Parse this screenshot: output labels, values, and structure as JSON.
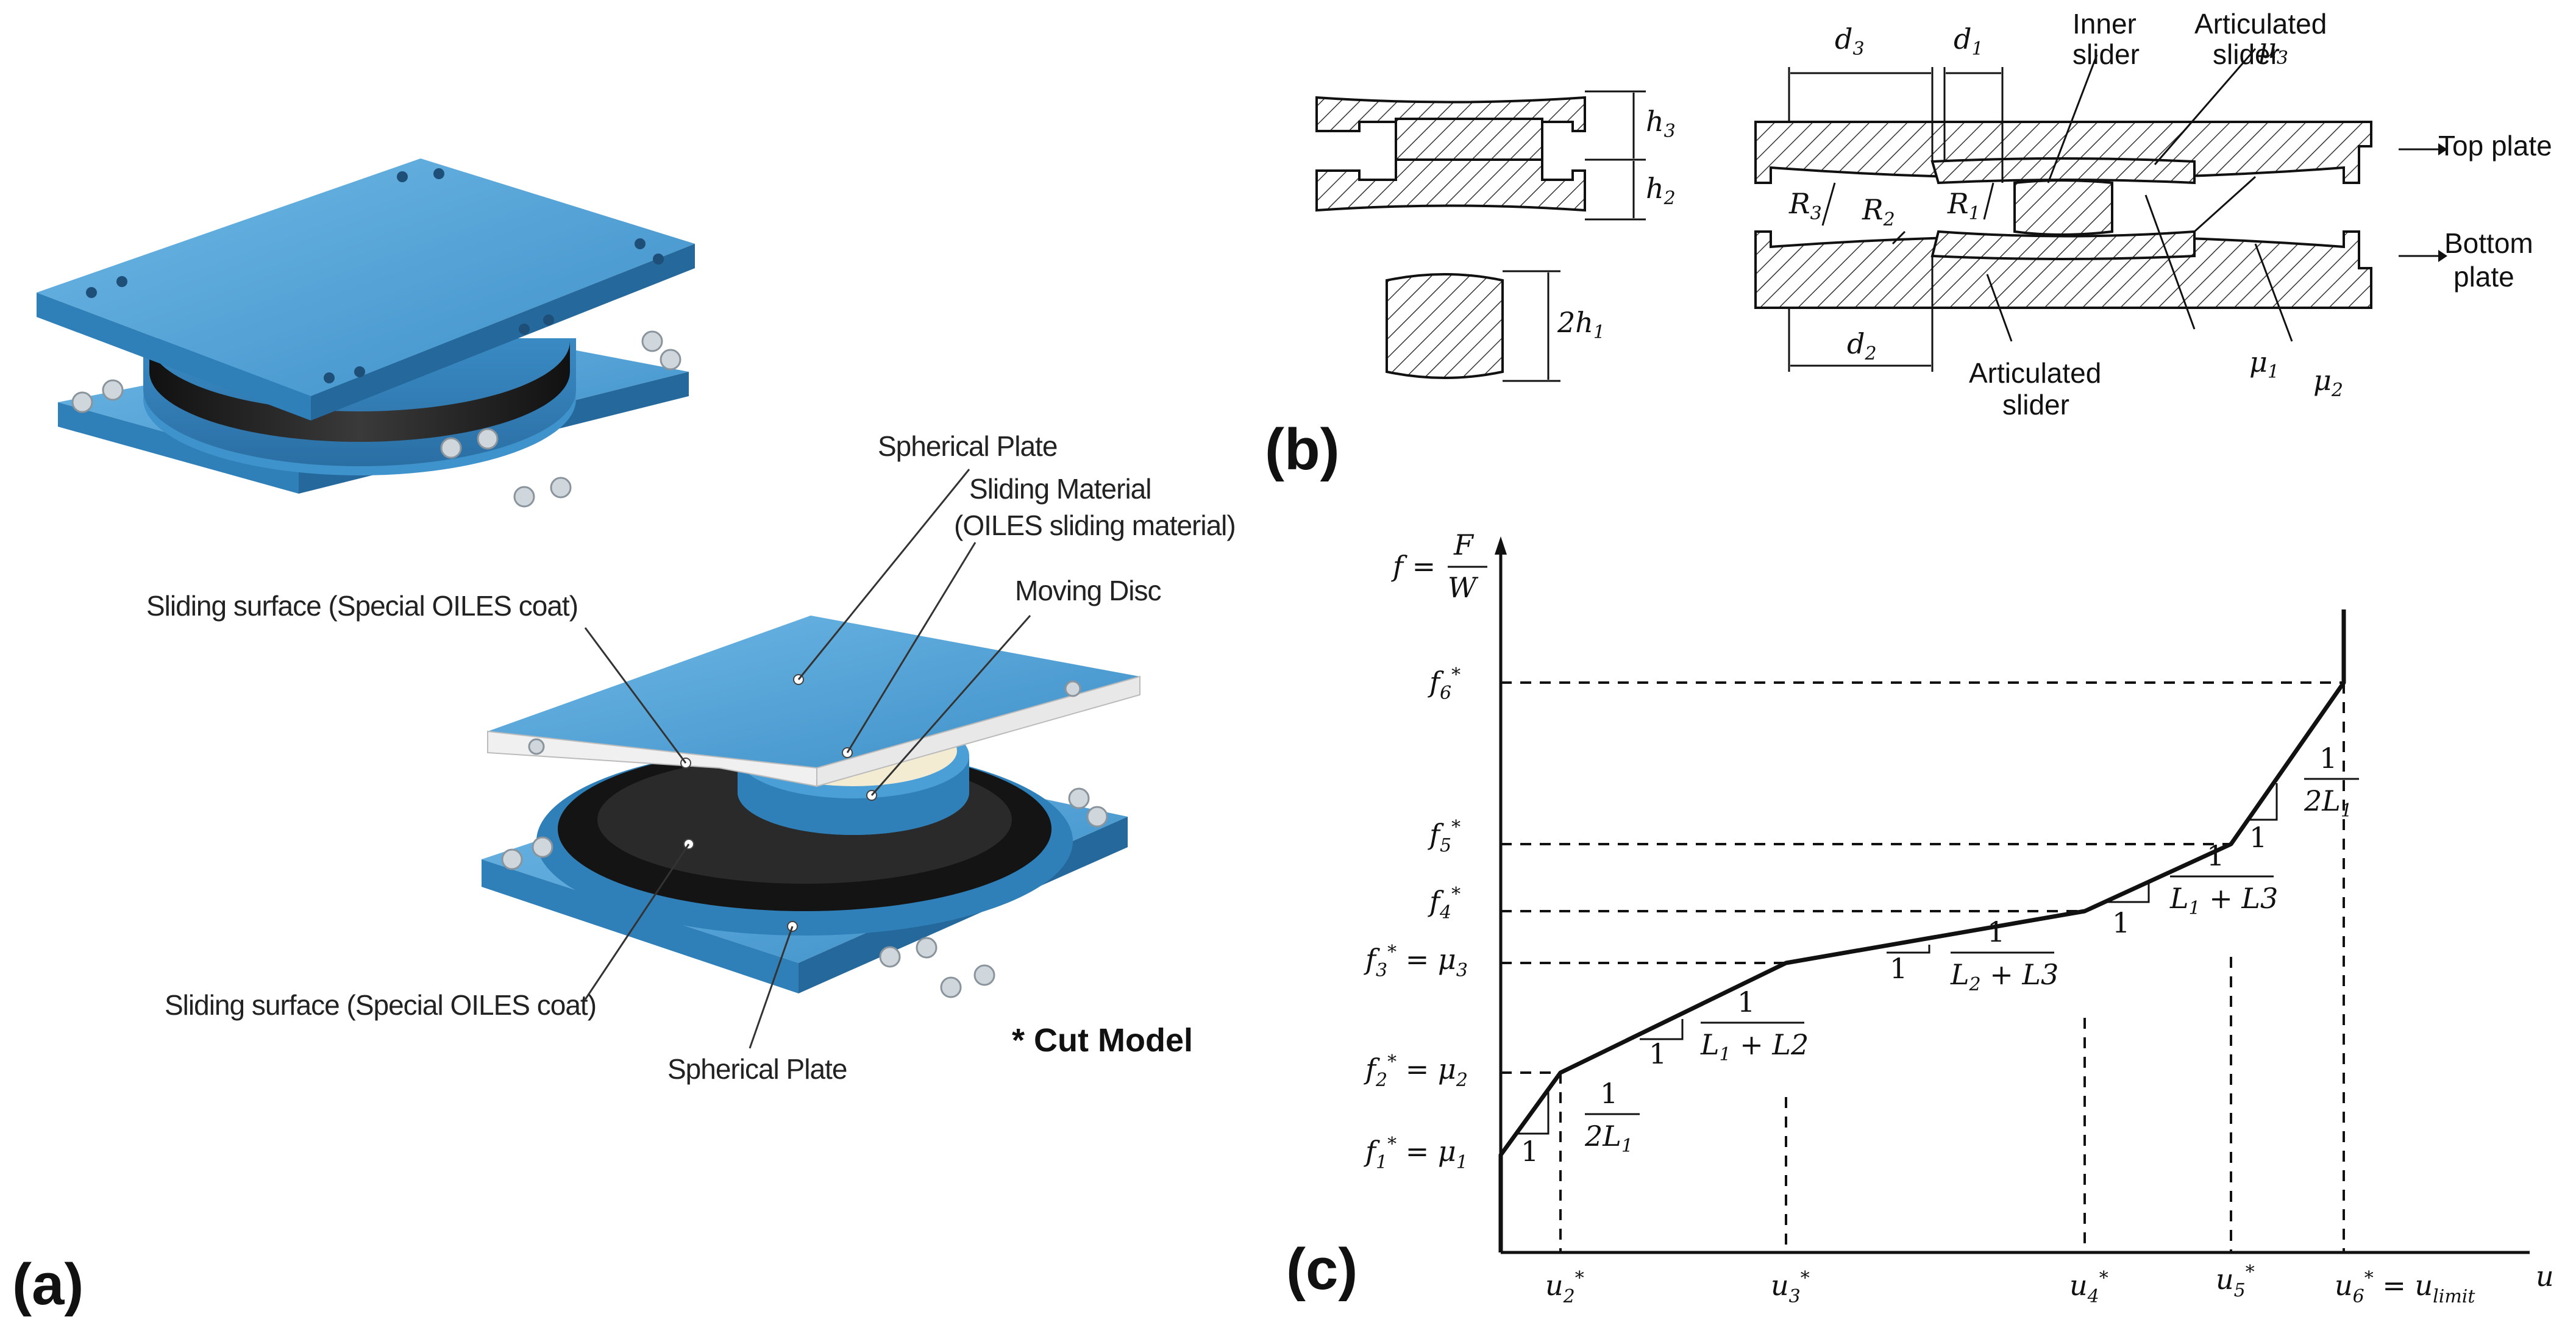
{
  "panels": {
    "a": "(a)",
    "b": "(b)",
    "c": "(c)"
  },
  "panel_a": {
    "spherical_plate_top": "Spherical Plate",
    "sliding_material_1": "Sliding Material",
    "sliding_material_2": "(OILES sliding material)",
    "moving_disc": "Moving Disc",
    "sliding_surface_top": "Sliding surface (Special OILES coat)",
    "sliding_surface_bottom": "Sliding surface (Special OILES coat)",
    "spherical_plate_bottom": "Spherical Plate",
    "cut_model": "* Cut Model",
    "colors": {
      "steel_blue": "#4a9fd6",
      "steel_dark": "#2f7fb8",
      "black_band": "#1d1d1d",
      "cream": "#f3ecd2"
    }
  },
  "panel_b": {
    "d3": "d",
    "d3_sub": "3",
    "d1": "d",
    "d1_sub": "1",
    "d2": "d",
    "d2_sub": "2",
    "h3": "h",
    "h3_sub": "3",
    "h2": "h",
    "h2_sub": "2",
    "h1": "2h",
    "h1_sub": "1",
    "R3": "R",
    "R3_sub": "3",
    "R2": "R",
    "R2_sub": "2",
    "R1": "R",
    "R1_sub": "1",
    "mu3": "μ",
    "mu3_sub": "3",
    "mu1": "μ",
    "mu1_sub": "1",
    "mu2": "μ",
    "mu2_sub": "2",
    "inner_slider_1": "Inner",
    "inner_slider_2": "slider",
    "art_slider_top_1": "Articulated",
    "art_slider_top_2": "slider",
    "art_slider_bot_1": "Articulated",
    "art_slider_bot_2": "slider",
    "top_plate": "Top plate",
    "bottom_plate_1": "Bottom",
    "bottom_plate_2": "plate"
  },
  "panel_c": {
    "y_axis_f": "f =",
    "y_axis_F": "F",
    "y_axis_W": "W",
    "x_axis": "u",
    "y_ticks": [
      {
        "lhs": "f",
        "sub": "6",
        "star": "*",
        "rhs": "",
        "rhs_sub": ""
      },
      {
        "lhs": "f",
        "sub": "5",
        "star": "*",
        "rhs": "",
        "rhs_sub": ""
      },
      {
        "lhs": "f",
        "sub": "4",
        "star": "*",
        "rhs": "",
        "rhs_sub": ""
      },
      {
        "lhs": "f",
        "sub": "3",
        "star": "*",
        "rhs": "= μ",
        "rhs_sub": "3"
      },
      {
        "lhs": "f",
        "sub": "2",
        "star": "*",
        "rhs": "= μ",
        "rhs_sub": "2"
      },
      {
        "lhs": "f",
        "sub": "1",
        "star": "*",
        "rhs": "= μ",
        "rhs_sub": "1"
      }
    ],
    "x_ticks": [
      {
        "lhs": "u",
        "sub": "2",
        "star": "*",
        "rhs": ""
      },
      {
        "lhs": "u",
        "sub": "3",
        "star": "*",
        "rhs": ""
      },
      {
        "lhs": "u",
        "sub": "4",
        "star": "*",
        "rhs": ""
      },
      {
        "lhs": "u",
        "sub": "5",
        "star": "*",
        "rhs": ""
      },
      {
        "lhs": "u",
        "sub": "6",
        "star": "*",
        "rhs": "= u",
        "rhs_sub": "limit"
      }
    ],
    "slopes": [
      {
        "run": "1",
        "num": "1",
        "den": "2L",
        "den_sub": "1",
        "den_extra": ""
      },
      {
        "run": "1",
        "num": "1",
        "den": "L",
        "den_sub": "1",
        "den_extra": "+ L2"
      },
      {
        "run": "1",
        "num": "1",
        "den": "L",
        "den_sub": "2",
        "den_extra": "+ L3"
      },
      {
        "run": "1",
        "num": "1",
        "den": "L",
        "den_sub": "1",
        "den_extra": "+ L3"
      },
      {
        "run": "1",
        "num": "1",
        "den": "2L",
        "den_sub": "1",
        "den_extra": ""
      }
    ],
    "backbone_points": [
      [
        0,
        0.1
      ],
      [
        0.2,
        0.3
      ],
      [
        0.65,
        0.55
      ],
      [
        1.3,
        0.62
      ],
      [
        1.7,
        0.85
      ],
      [
        2.05,
        1.45
      ],
      [
        2.05,
        1.8
      ]
    ]
  }
}
